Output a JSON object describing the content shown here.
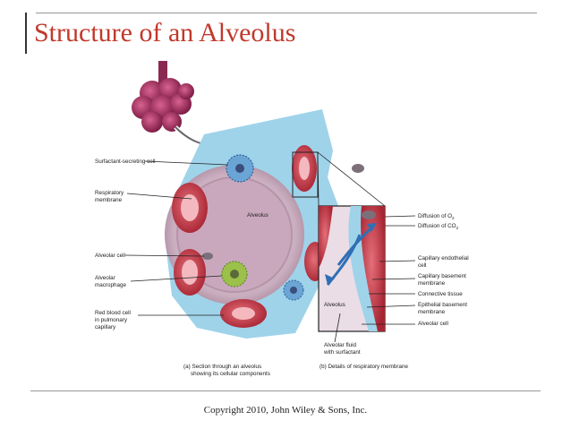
{
  "slide": {
    "title": "Structure of an Alveolus",
    "copyright": "Copyright 2010, John Wiley & Sons, Inc."
  },
  "figure": {
    "left_labels": [
      [
        "Surfactant-secreting cell"
      ],
      [
        "Respiratory",
        "membrane"
      ],
      [
        "Alveolar cell"
      ],
      [
        "Alveolar",
        "macrophage"
      ],
      [
        "Red blood cell",
        "in pulmonary",
        "capillary"
      ]
    ],
    "right_labels": [
      [
        "Diffusion of O",
        "2"
      ],
      [
        "Diffusion of CO",
        "2"
      ],
      [
        "Capillary endothelial",
        "cell"
      ],
      [
        "Capillary basement",
        "membrane"
      ],
      [
        "Connective tissue"
      ],
      [
        "Epithelial basement",
        "membrane"
      ],
      [
        "Alveolar cell"
      ]
    ],
    "inner_labels": {
      "alveolus_main": "Alveolus",
      "alveolus_detail": "Alveolus",
      "fluid": [
        "Alveolar fluid",
        "with surfactant"
      ]
    },
    "captions": {
      "a": [
        "(a) Section through an alveolus",
        "showing its cellular components"
      ],
      "b": [
        "(b) Details of respiratory membrane"
      ]
    },
    "colors": {
      "title": "#c0392b",
      "alveolus_wall": "#c9aec0",
      "capillary": "#c23a47",
      "connective_tissue": "#9fd3ea",
      "macrophage": "#9bc14a",
      "surfactant_cell": "#6aa5d6"
    }
  }
}
